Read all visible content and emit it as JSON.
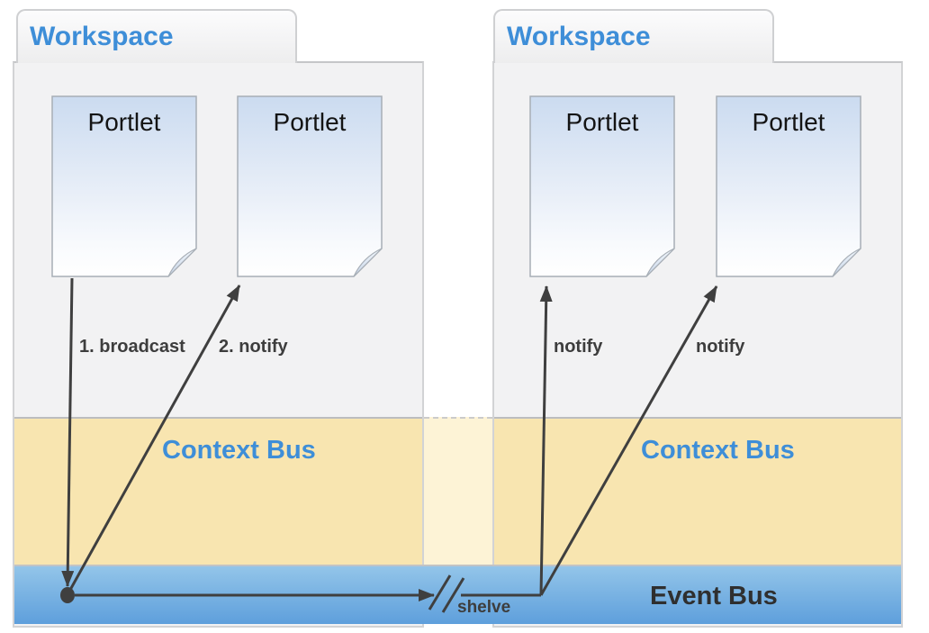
{
  "workspaces": [
    {
      "title": "Workspace",
      "portlets": [
        {
          "label": "Portlet"
        },
        {
          "label": "Portlet"
        }
      ],
      "context_bus": {
        "label": "Context Bus"
      }
    },
    {
      "title": "Workspace",
      "portlets": [
        {
          "label": "Portlet"
        },
        {
          "label": "Portlet"
        }
      ],
      "context_bus": {
        "label": "Context Bus"
      }
    }
  ],
  "event_bus": {
    "label": "Event Bus"
  },
  "arrows": {
    "broadcast": {
      "label": "1. broadcast"
    },
    "notify_after_broadcast": {
      "label": "2. notify"
    },
    "notify_remote_left": {
      "label": "notify"
    },
    "notify_remote_right": {
      "label": "notify"
    },
    "shelve": {
      "label": "shelve"
    }
  },
  "colors": {
    "workspace_title": "#3e8ed8",
    "workspace_fill": "#f2f2f3",
    "context_bus_fill": "#f8e5b0",
    "context_bus_gap_fill": "#fdf3d6",
    "context_bus_label": "#3e8ed8",
    "event_bus_gradient_top": "#93c5e9",
    "event_bus_gradient_bottom": "#5e9fdc",
    "event_bus_label_color": "#2f2f2f",
    "arrow_color": "#3f3f3f",
    "portlet_fill_top": "#cbdbf0"
  }
}
